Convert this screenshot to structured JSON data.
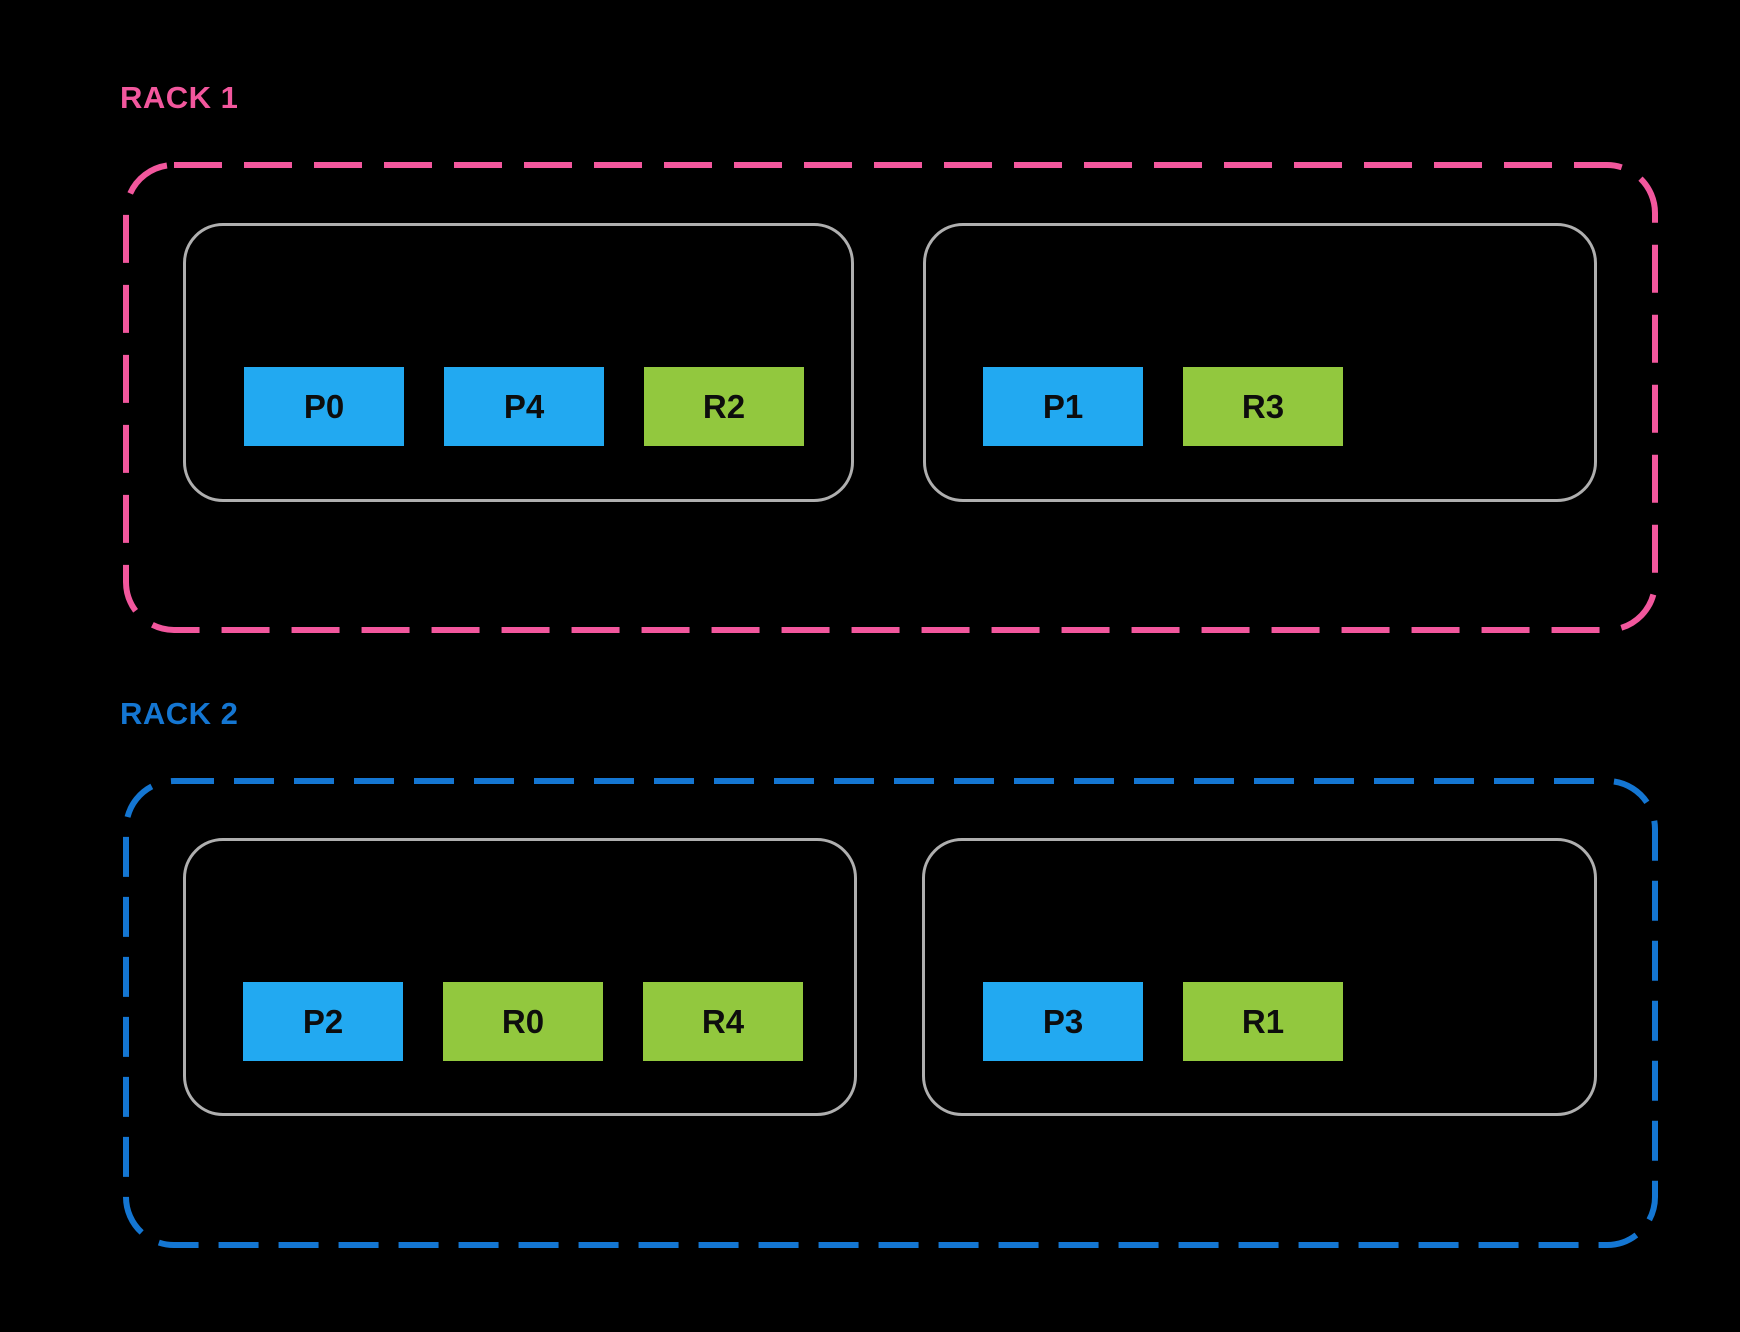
{
  "diagram": {
    "description_labels": {
      "rack1": "RACK 1",
      "rack2": "RACK 2"
    }
  },
  "colors": {
    "background": "#000000",
    "rack1_accent": "#F2579D",
    "rack2_accent": "#1476D2",
    "node_border": "#AFAFAF",
    "primary_block": "#22A9F1",
    "replica_block": "#92C83E",
    "block_text": "#0D0D0D"
  },
  "racks": [
    {
      "label": "RACK 1",
      "color": "#F2579D",
      "nodes": [
        {
          "blocks": [
            {
              "label": "P0",
              "type": "primary"
            },
            {
              "label": "P4",
              "type": "primary"
            },
            {
              "label": "R2",
              "type": "replica"
            }
          ]
        },
        {
          "blocks": [
            {
              "label": "P1",
              "type": "primary"
            },
            {
              "label": "R3",
              "type": "replica"
            }
          ]
        }
      ]
    },
    {
      "label": "RACK 2",
      "color": "#1476D2",
      "nodes": [
        {
          "blocks": [
            {
              "label": "P2",
              "type": "primary"
            },
            {
              "label": "R0",
              "type": "replica"
            },
            {
              "label": "R4",
              "type": "replica"
            }
          ]
        },
        {
          "blocks": [
            {
              "label": "P3",
              "type": "primary"
            },
            {
              "label": "R1",
              "type": "replica"
            }
          ]
        }
      ]
    }
  ]
}
